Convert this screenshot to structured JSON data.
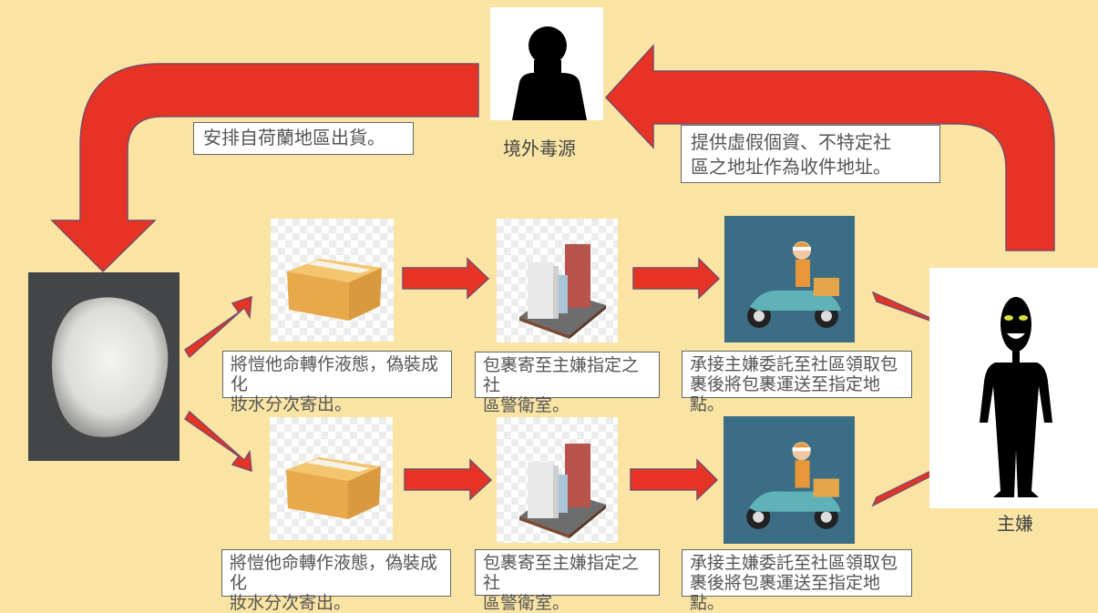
{
  "diagram": {
    "title": "",
    "colors": {
      "background": "#f9e4a4",
      "arrow_fill": "#e63323",
      "textbox_bg": "#ffffff"
    },
    "nodes": {
      "overseas_source": {
        "label": "境外毒源",
        "icon": "person-silhouette-icon"
      },
      "main_suspect": {
        "label": "主嫌",
        "icon": "sinister-figure-icon"
      },
      "drug_powder": {
        "icon": "white-powder-photo"
      }
    },
    "top_arrows": {
      "left_caption": "安排自荷蘭地區出貨。",
      "right_caption": "提供虛假個資、不特定社\n區之地址作為收件地址。"
    },
    "rows": [
      {
        "steps": [
          {
            "icon": "cardboard-box-icon",
            "caption": "將愷他命轉作液態，偽裝成化\n妝水分次寄出。"
          },
          {
            "icon": "buildings-icon",
            "caption": "包裹寄至主嫌指定之社\n區警衛室。"
          },
          {
            "icon": "delivery-scooter-icon",
            "caption": "承接主嫌委託至社區領取包\n裹後將包裹運送至指定地點。"
          }
        ]
      },
      {
        "steps": [
          {
            "icon": "cardboard-box-icon",
            "caption": "將愷他命轉作液態，偽裝成化\n妝水分次寄出。"
          },
          {
            "icon": "buildings-icon",
            "caption": "包裹寄至主嫌指定之社\n區警衛室。"
          },
          {
            "icon": "delivery-scooter-icon",
            "caption": "承接主嫌委託至社區領取包\n裹後將包裹運送至指定地點。"
          }
        ]
      }
    ]
  }
}
